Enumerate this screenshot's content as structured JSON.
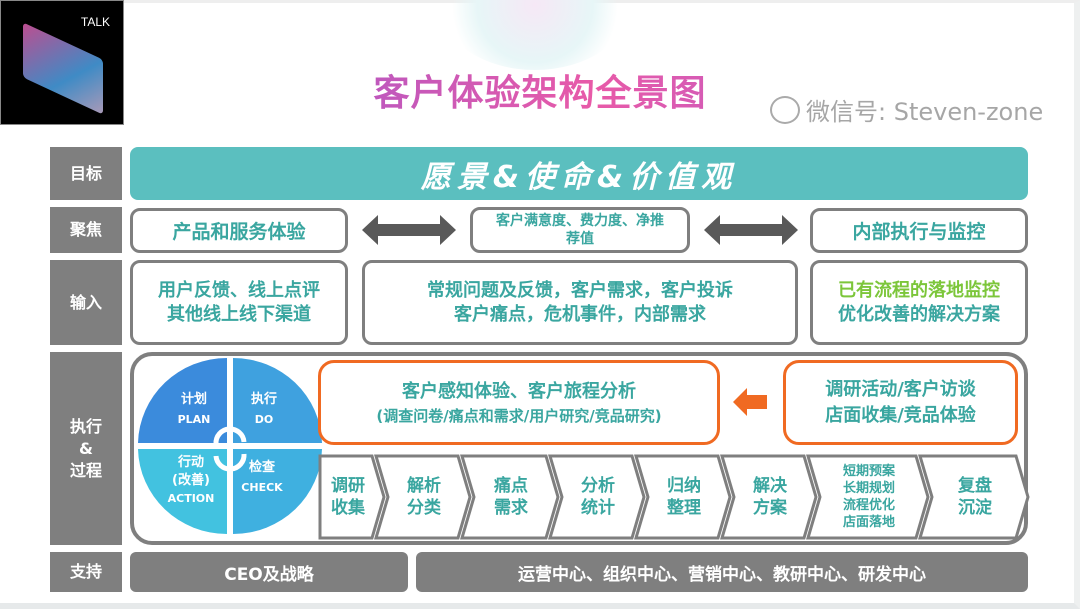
{
  "logo": {
    "text": "TALK"
  },
  "title": "客户体验架构全景图",
  "rows": {
    "goal": "目标",
    "focus": "聚焦",
    "input": "输入",
    "process": [
      "执行",
      "&",
      "过程"
    ],
    "support": "支持"
  },
  "goal": {
    "banner": "愿景&使命&价值观"
  },
  "focus": {
    "left": "产品和服务体验",
    "middle": [
      "客户满意度、费力度、净推",
      "荐值"
    ],
    "right": "内部执行与监控"
  },
  "input": {
    "left": [
      "用户反馈、线上点评",
      "其他线上线下渠道"
    ],
    "middle": [
      "常规问题及反馈，客户需求，客户投诉",
      "客户痛点，危机事件，内部需求"
    ],
    "right": [
      "已有流程的落地监控",
      "优化改善的解决方案"
    ]
  },
  "pdca": {
    "plan": [
      "计划",
      "PLAN"
    ],
    "do": [
      "执行",
      "DO"
    ],
    "action": [
      "行动",
      "(改善)",
      "ACTION"
    ],
    "check": [
      "检查",
      "CHECK"
    ]
  },
  "analysis": {
    "title": "客户感知体验、客户旅程分析",
    "subtitle": "(调查问卷/痛点和需求/用户研究/竞品研究)"
  },
  "sources": [
    "调研活动/客户访谈",
    "店面收集/竞品体验"
  ],
  "steps": [
    [
      "调研",
      "收集"
    ],
    [
      "解析",
      "分类"
    ],
    [
      "痛点",
      "需求"
    ],
    [
      "分析",
      "统计"
    ],
    [
      "归纳",
      "整理"
    ],
    [
      "解决",
      "方案"
    ],
    [
      "短期预案",
      "长期规划",
      "流程优化",
      "店面落地"
    ],
    [
      "复盘",
      "沉淀"
    ]
  ],
  "support": {
    "left": "CEO及战略",
    "right": "运营中心、组织中心、营销中心、教研中心、研发中心"
  },
  "watermark": "微信号: Steven-zone",
  "colors": {
    "teal": "#5bbfbf",
    "text_teal": "#3aa6a0",
    "gray": "#7f7f7f",
    "orange": "#f06a22",
    "green": "#7cc63a"
  }
}
